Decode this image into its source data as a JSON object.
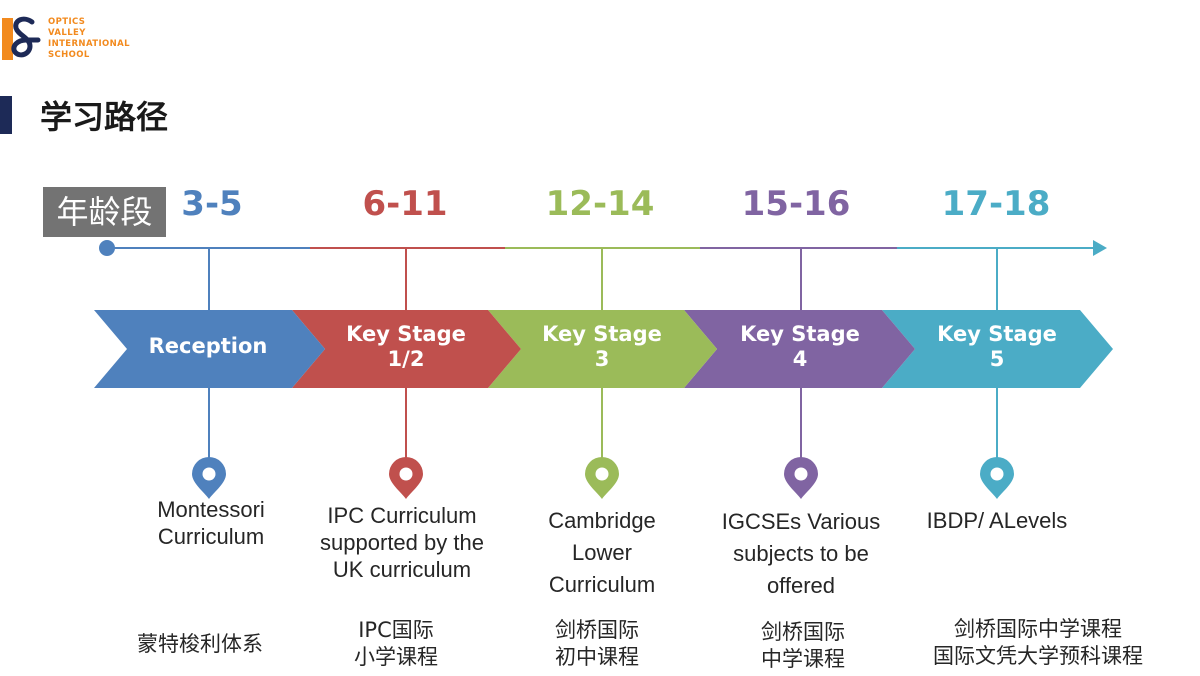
{
  "logo": {
    "lines": [
      "OPTICS",
      "VALLEY",
      "INTERNATIONAL",
      "SCHOOL"
    ]
  },
  "title": "学习路径",
  "age_label": "年龄段",
  "colors": {
    "blue": "#4f81bd",
    "red": "#c0504d",
    "green": "#9bbb59",
    "purple": "#8064a2",
    "teal": "#4bacc6",
    "orange": "#f28a1e",
    "navy": "#1d2a57",
    "gray": "#737373"
  },
  "stages": [
    {
      "age": "3-5",
      "stage": [
        "Reception"
      ],
      "curriculum": [
        "Montessori",
        "Curriculum"
      ],
      "chinese": [
        "蒙特梭利体系"
      ]
    },
    {
      "age": "6-11",
      "stage": [
        "Key Stage",
        "1/2"
      ],
      "curriculum": [
        "IPC Curriculum",
        "supported by the",
        "UK curriculum"
      ],
      "chinese": [
        "IPC国际",
        "小学课程"
      ]
    },
    {
      "age": "12-14",
      "stage": [
        "Key Stage",
        "3"
      ],
      "curriculum": [
        "Cambridge",
        "Lower",
        "Curriculum"
      ],
      "chinese": [
        "剑桥国际",
        "初中课程"
      ]
    },
    {
      "age": "15-16",
      "stage": [
        "Key Stage",
        "4"
      ],
      "curriculum": [
        "IGCSEs Various",
        "subjects to be",
        "offered"
      ],
      "chinese": [
        "剑桥国际",
        "中学课程"
      ]
    },
    {
      "age": "17-18",
      "stage": [
        "Key Stage",
        "5"
      ],
      "curriculum": [
        "IBDP/ ALevels"
      ],
      "chinese": [
        "剑桥国际中学课程",
        "国际文凭大学预科课程"
      ]
    }
  ]
}
